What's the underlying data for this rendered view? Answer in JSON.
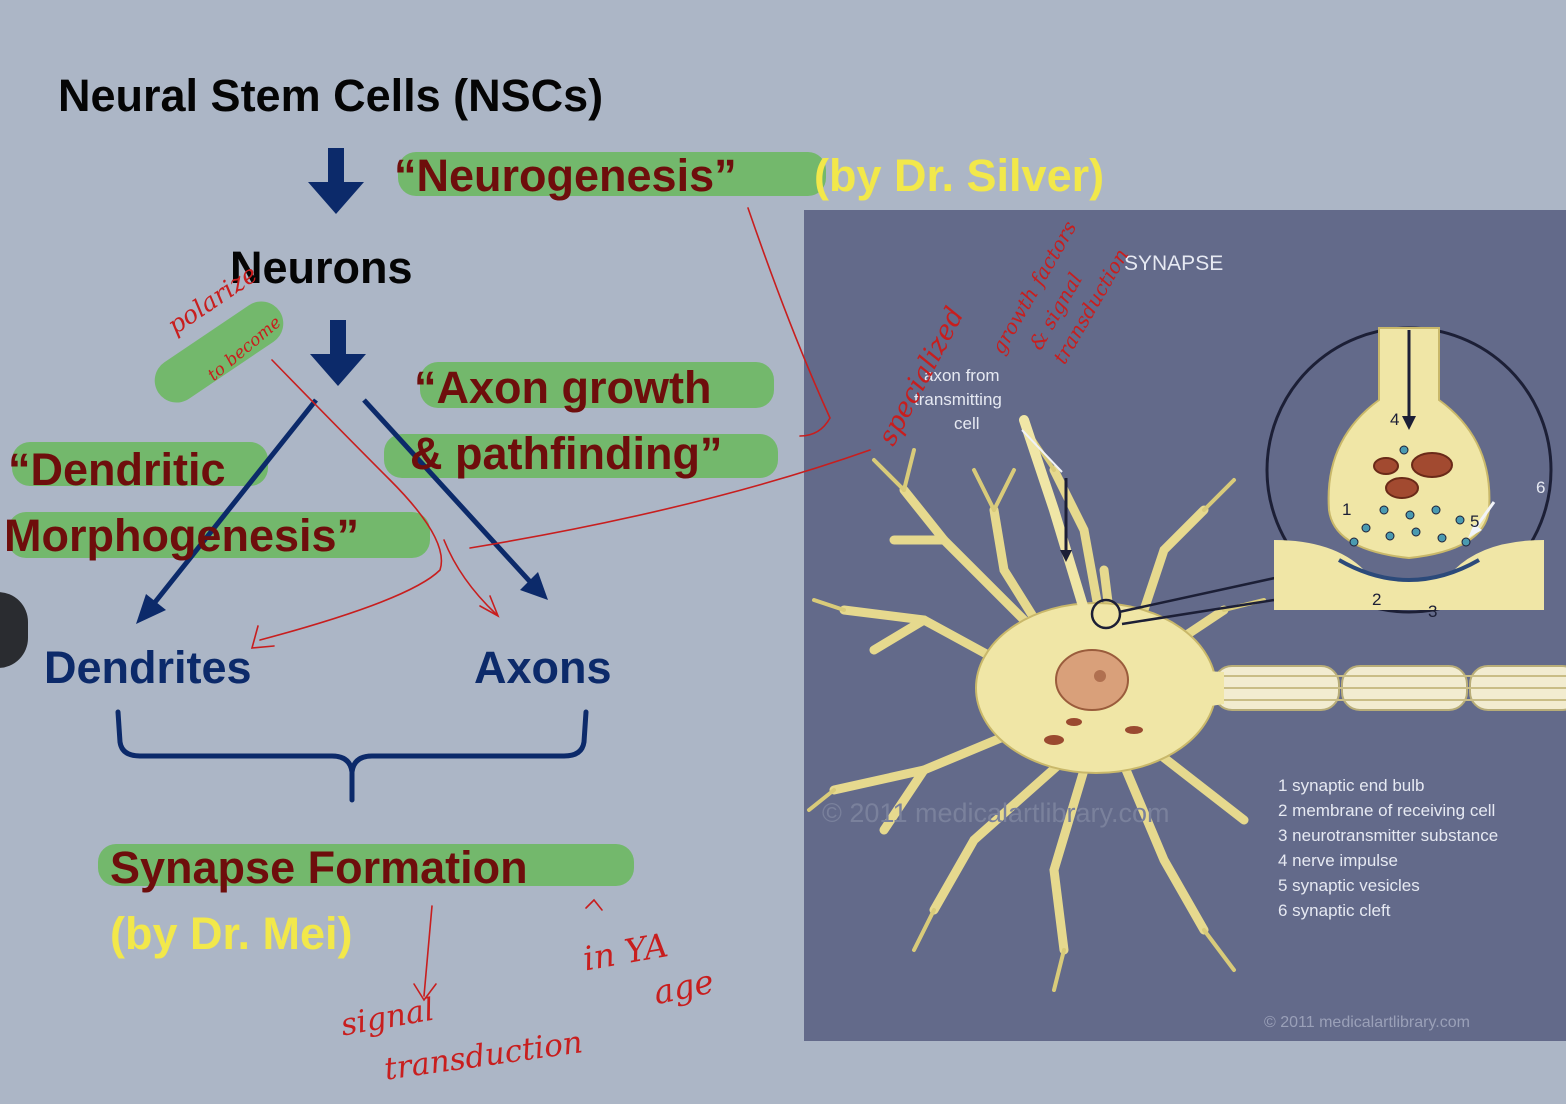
{
  "slide": {
    "title": "Neural Stem Cells (NSCs)",
    "neurogenesis": "“Neurogenesis”",
    "by_silver": "(by Dr. Silver)",
    "neurons": "Neurons",
    "axon_growth_line1": "“Axon growth",
    "axon_growth_line2": "& pathfinding”",
    "dendritic_line1": "“Dendritic",
    "dendritic_line2": "Morphogenesis”",
    "dendrites": "Dendrites",
    "axons": "Axons",
    "synapse_formation": "Synapse Formation",
    "by_mei": "(by Dr. Mei)"
  },
  "annotations": {
    "polarize": "polarize",
    "to_become": "to become",
    "specialized": "specialized",
    "growth_factors": "growth factors",
    "and_signal": "& signal",
    "transduction_top": "transduction",
    "signal": "signal",
    "transduction_bottom": "transduction",
    "in_ya": "in YA",
    "age": "age"
  },
  "figure": {
    "title": "SYNAPSE",
    "axon_label_line1": "axon from",
    "axon_label_line2": "transmitting",
    "axon_label_line3": "cell",
    "legend": [
      "1 synaptic end bulb",
      "2 membrane of receiving cell",
      "3 neurotransmitter substance",
      "4 nerve impulse",
      "5 synaptic vesicles",
      "6 synaptic cleft"
    ],
    "callout_numbers": [
      "1",
      "2",
      "3",
      "4",
      "5",
      "6"
    ],
    "watermark_center": "© 2011 medicalartlibrary.com",
    "watermark_corner": "© 2011 medicalartlibrary.com"
  },
  "colors": {
    "background": "#acb6c6",
    "highlight_green": "#73b86c",
    "maroon_text": "#6e0e0c",
    "navy_text": "#0c2a6a",
    "yellow_text": "#f2e84a",
    "ink_red": "#c81e1e",
    "figure_bg": "#636a8a",
    "cell_yellow": "#f0e6a6"
  },
  "icons": [
    "down-arrow-icon",
    "left-arrow-icon",
    "right-arrow-icon",
    "brace-icon",
    "neuron-illustration-icon"
  ]
}
